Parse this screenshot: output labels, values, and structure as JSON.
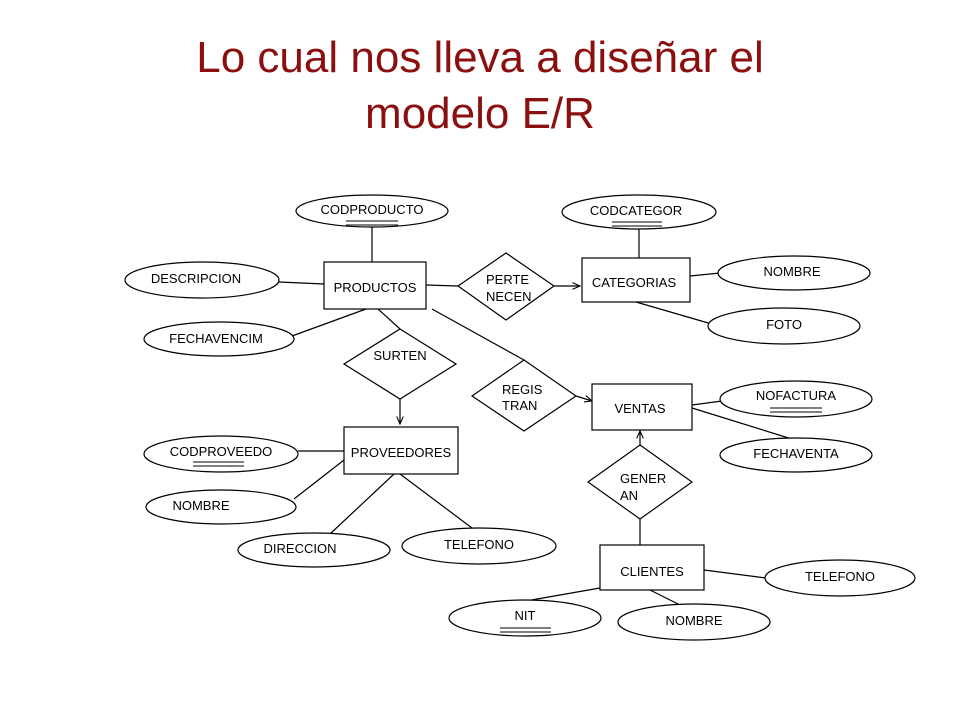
{
  "title": {
    "line1": "Lo cual nos lleva a diseñar el",
    "line2": "modelo E/R"
  },
  "colors": {
    "title": "#8b0f0f",
    "stroke": "#000000"
  },
  "entities": {
    "productos": "PRODUCTOS",
    "categorias": "CATEGORIAS",
    "proveedores": "PROVEEDORES",
    "ventas": "VENTAS",
    "clientes": "CLIENTES"
  },
  "relationships": {
    "pertenecen": [
      "PERTE",
      "NECEN"
    ],
    "surten": [
      "SURTEN"
    ],
    "registran": [
      "REGIS",
      "TRAN"
    ],
    "generan": [
      "GENER",
      "AN"
    ]
  },
  "attributes": {
    "codproducto": "CODPRODUCTO",
    "descripcion": "DESCRIPCION",
    "fechavencim": "FECHAVENCIM",
    "codcategor": "CODCATEGOR",
    "cat_nombre": "NOMBRE",
    "foto": "FOTO",
    "codproveedo": "CODPROVEEDO",
    "prov_nombre": "NOMBRE",
    "direccion": "DIRECCION",
    "prov_telefono": "TELEFONO",
    "nofactura": "NOFACTURA",
    "fechaventa": "FECHAVENTA",
    "cli_telefono": "TELEFONO",
    "nit": "NIT",
    "cli_nombre": "NOMBRE"
  }
}
